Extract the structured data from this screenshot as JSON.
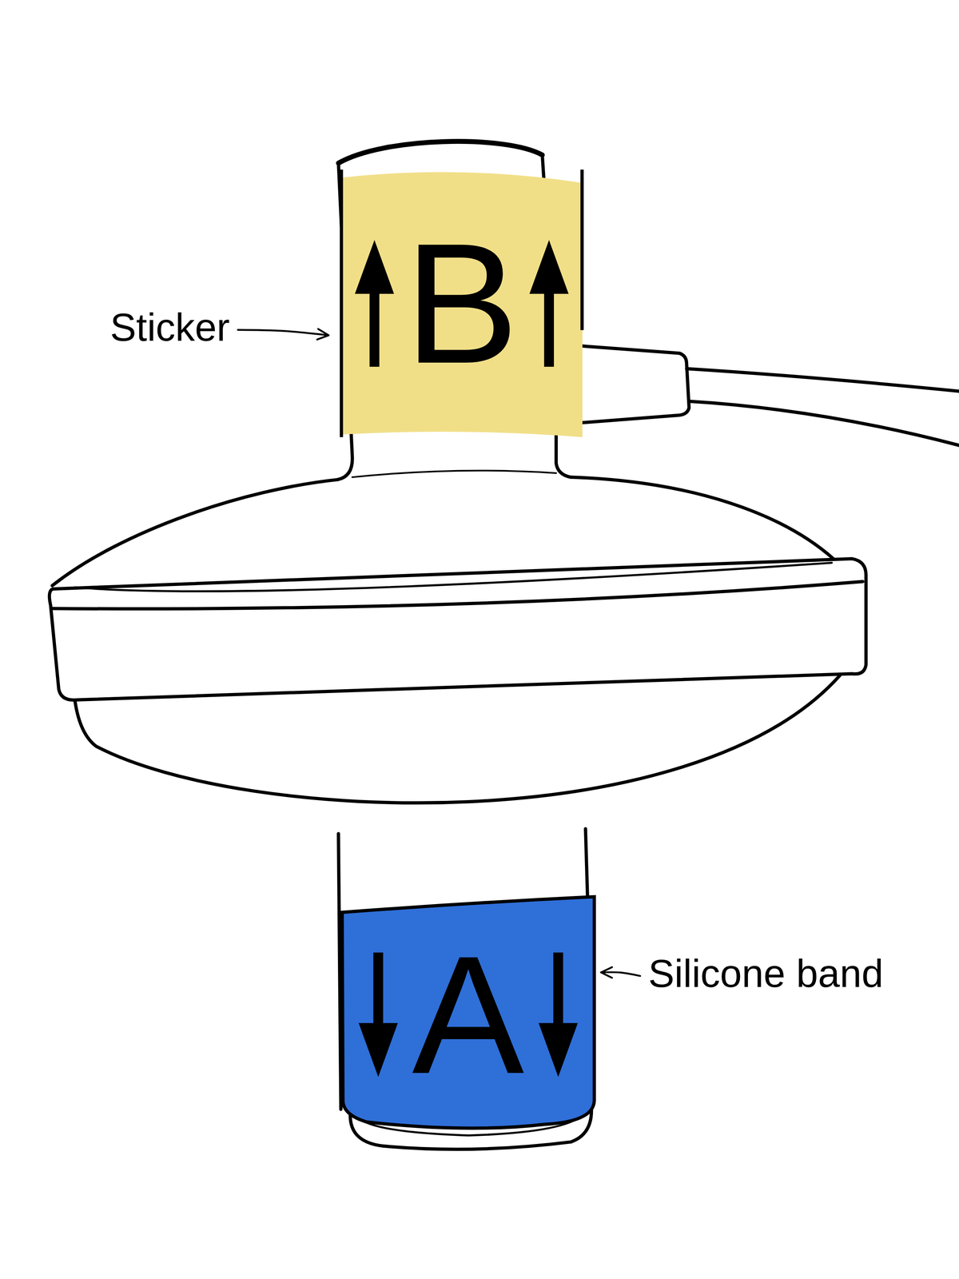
{
  "diagram": {
    "nodes": [
      {
        "text": [
          "B"
        ]
      },
      {
        "text": [
          "A"
        ]
      }
    ],
    "labels": [
      "Sticker",
      "Silicone band"
    ]
  }
}
